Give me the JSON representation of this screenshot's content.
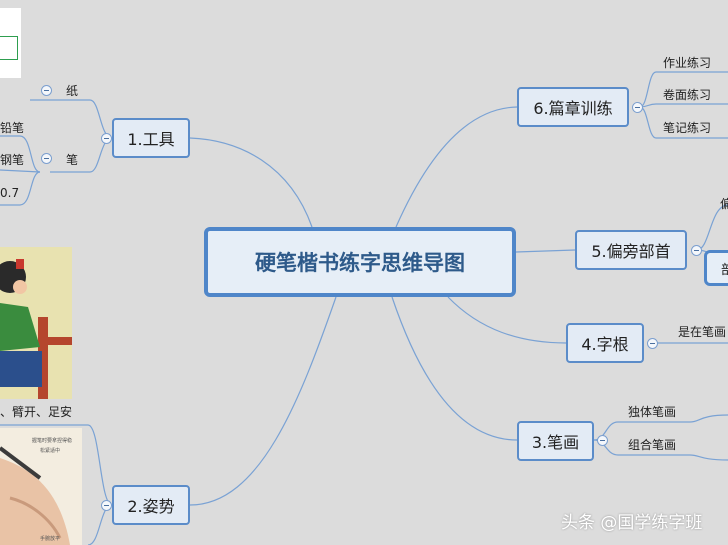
{
  "central": "硬笔楷书练字思维导图",
  "branches": {
    "tools": "1.工具",
    "posture": "2.姿势",
    "strokes": "3.笔画",
    "root": "4.字根",
    "radical": "5.偏旁部首",
    "passage": "6.篇章训练"
  },
  "leaves": {
    "paper": "纸",
    "pen": "笔",
    "pen_pencil_partial": "铅笔",
    "pen_fountain_partial": "钢笔",
    "pen_size_partial": "0.7",
    "posture_partial": "、臂开、足安",
    "single_stroke": "独体笔画",
    "combined_stroke": "组合笔画",
    "root_partial": "是在笔画",
    "radical_partial_top": "偏",
    "radical_partial_box": "部",
    "homework": "作业练习",
    "exam": "卷面练习",
    "notes": "笔记练习"
  },
  "watermark": "头条 @国学练字班",
  "colors": {
    "line": "#6f9ad0",
    "node_border": "#5b8cc9",
    "node_fill": "#e3ebf5"
  }
}
